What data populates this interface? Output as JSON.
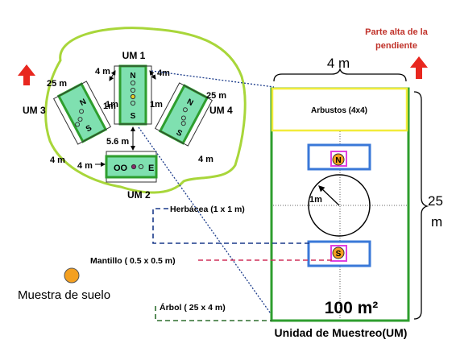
{
  "top_note": {
    "line1": "Parte alta de la",
    "line2": "pendiente"
  },
  "colors": {
    "plot_green": "#2e9e2e",
    "boundary_green": "#a8d63a",
    "unit_fill": "#7fe0b0",
    "arrow_red": "#e8271f",
    "shrub_border": "#f2ec3a",
    "herb_border": "#3a78d8",
    "litter_border": "#e040e0",
    "soil_sample": "#f4a020"
  },
  "units": {
    "um1": {
      "label": "UM 1",
      "letters": [
        "N",
        "S"
      ]
    },
    "um2": {
      "label": "UM 2",
      "letters": [
        "E"
      ],
      "circles": "OO"
    },
    "um3": {
      "label": "UM 3",
      "letters": [
        "N",
        "S"
      ]
    },
    "um4": {
      "label": "UM 4",
      "letters": [
        "N",
        "S"
      ]
    }
  },
  "dims": {
    "d4m_um1_left": "4 m",
    "d4m_um1_right": "4m",
    "d1m_um1": "1m",
    "d25m_um3": "25 m",
    "d25m_um4": "25 m",
    "d1m_um3": "1m",
    "d1m_um4": "1m",
    "d4m_um3": "4 m",
    "d4m_um4": "4 m",
    "d56m": "5.6 m",
    "d4m_um2": "4 m"
  },
  "detail": {
    "width_label": "4 m",
    "length_label_1": "25",
    "length_label_2": "m",
    "shrubs_label": "Arbustos (4x4)",
    "radius_label": "1m",
    "north_marker": "N",
    "south_marker": "S",
    "area_label": "100 m²",
    "title": "Unidad de Muestreo(UM)"
  },
  "legend": {
    "herbaceous": "Herbácea (1 x 1 m)",
    "litter": "Mantillo ( 0.5 x 0.5 m)",
    "tree": "Árbol ( 25 x 4 m)",
    "soil": "Muestra de suelo"
  }
}
